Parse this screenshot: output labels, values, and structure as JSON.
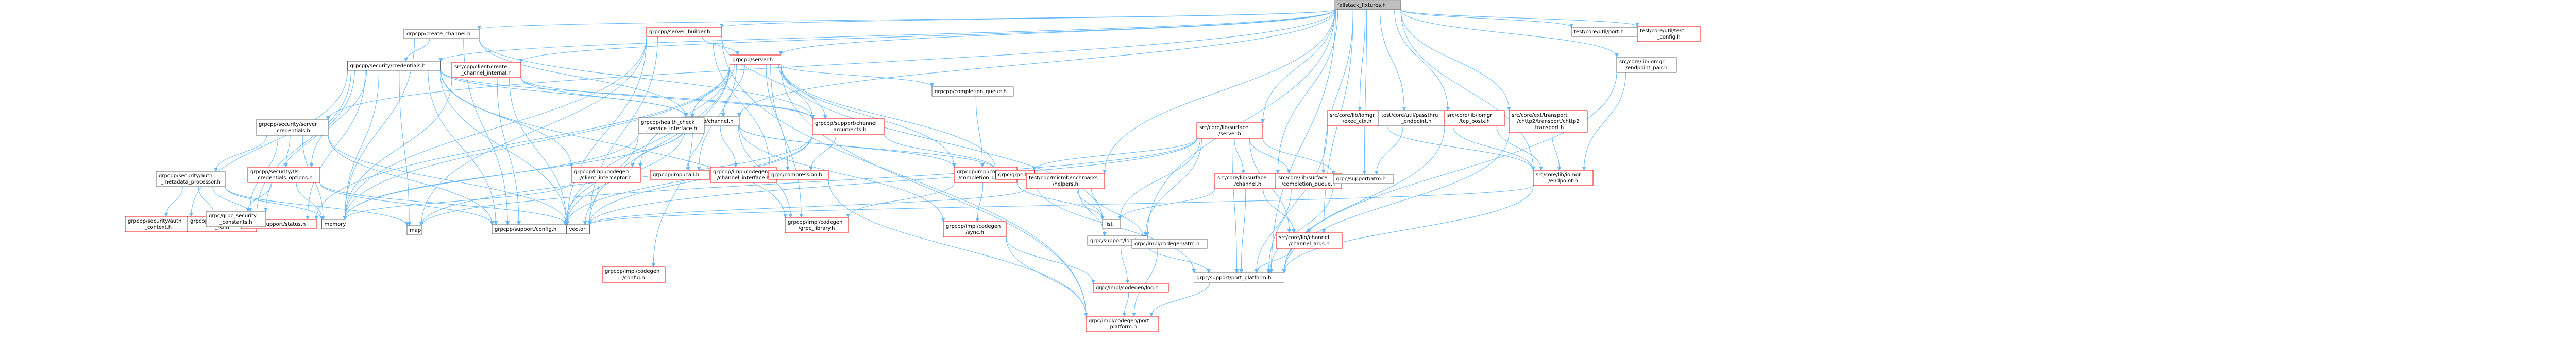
{
  "diagram": {
    "root": "n0",
    "nodes": [
      {
        "id": "n0",
        "lines": [
          "fallstack_fixtures.h"
        ],
        "style": "root"
      },
      {
        "id": "n1",
        "lines": [
          "grpcpp/create_channel.h"
        ],
        "style": "black"
      },
      {
        "id": "n2",
        "lines": [
          "grpcpp/server_builder.h"
        ],
        "style": "red"
      },
      {
        "id": "n3",
        "lines": [
          "grpcpp/security/credentials.h"
        ],
        "style": "black"
      },
      {
        "id": "n4",
        "lines": [
          "src/cpp/client/create",
          "_channel_internal.h"
        ],
        "style": "red"
      },
      {
        "id": "n5",
        "lines": [
          "grpcpp/server.h"
        ],
        "style": "red"
      },
      {
        "id": "n6",
        "lines": [
          "grpcpp/completion_queue.h"
        ],
        "style": "black"
      },
      {
        "id": "n7",
        "lines": [
          "grpcpp/channel.h"
        ],
        "style": "black"
      },
      {
        "id": "n8",
        "lines": [
          "grpcpp/health_check",
          "_service_interface.h"
        ],
        "style": "black"
      },
      {
        "id": "n9",
        "lines": [
          "grpcpp/support/channel",
          "_arguments.h"
        ],
        "style": "red"
      },
      {
        "id": "n10",
        "lines": [
          "grpcpp/security/server",
          "_credentials.h"
        ],
        "style": "black"
      },
      {
        "id": "n11",
        "lines": [
          "grpcpp/security/auth",
          "_metadata_processor.h"
        ],
        "style": "black"
      },
      {
        "id": "n12",
        "lines": [
          "grpcpp/security/tls",
          "_credentials_options.h"
        ],
        "style": "red"
      },
      {
        "id": "n13",
        "lines": [
          "grpcpp/impl/codegen",
          "/client_interceptor.h"
        ],
        "style": "red"
      },
      {
        "id": "n14",
        "lines": [
          "grpcpp/impl/call.h"
        ],
        "style": "red"
      },
      {
        "id": "n15",
        "lines": [
          "grpcpp/impl/codegen",
          "/channel_interface.h"
        ],
        "style": "red"
      },
      {
        "id": "n16",
        "lines": [
          "grpc/compression.h"
        ],
        "style": "red"
      },
      {
        "id": "n17",
        "lines": [
          "grpcpp/impl/codegen",
          "/completion_queue.h"
        ],
        "style": "red"
      },
      {
        "id": "n18",
        "lines": [
          "grpc/grpc.h"
        ],
        "style": "red"
      },
      {
        "id": "n19",
        "lines": [
          "grpcpp/security/auth",
          "_context.h"
        ],
        "style": "red"
      },
      {
        "id": "n20",
        "lines": [
          "grpcpp/support/string",
          "_ref.h"
        ],
        "style": "red"
      },
      {
        "id": "n21",
        "lines": [
          "grpcpp/support/status.h"
        ],
        "style": "red"
      },
      {
        "id": "n22",
        "lines": [
          "grpc/grpc_security",
          "_constants.h"
        ],
        "style": "black"
      },
      {
        "id": "n23",
        "lines": [
          "memory"
        ],
        "style": "black"
      },
      {
        "id": "n24",
        "lines": [
          "map"
        ],
        "style": "black"
      },
      {
        "id": "n25",
        "lines": [
          "grpcpp/support/config.h"
        ],
        "style": "black"
      },
      {
        "id": "n26",
        "lines": [
          "vector"
        ],
        "style": "black"
      },
      {
        "id": "n27",
        "lines": [
          "grpcpp/impl/codegen",
          "/config.h"
        ],
        "style": "red"
      },
      {
        "id": "n28",
        "lines": [
          "grpcpp/impl/codegen",
          "/grpc_library.h"
        ],
        "style": "red"
      },
      {
        "id": "n29",
        "lines": [
          "grpcpp/impl/codegen",
          "/sync.h"
        ],
        "style": "red"
      },
      {
        "id": "n30",
        "lines": [
          "list"
        ],
        "style": "black"
      },
      {
        "id": "n31",
        "lines": [
          "test/cpp/microbenchmarks",
          "/helpers.h"
        ],
        "style": "red"
      },
      {
        "id": "n32",
        "lines": [
          "grpc/support/log.h"
        ],
        "style": "black"
      },
      {
        "id": "n33",
        "lines": [
          "grpc/impl/codegen/atm.h"
        ],
        "style": "black"
      },
      {
        "id": "n34",
        "lines": [
          "grpc/impl/codegen/log.h"
        ],
        "style": "red"
      },
      {
        "id": "n35",
        "lines": [
          "grpc/impl/codegen/port",
          "_platform.h"
        ],
        "style": "red"
      },
      {
        "id": "n36",
        "lines": [
          "grpc/support/port_platform.h"
        ],
        "style": "black"
      },
      {
        "id": "n37",
        "lines": [
          "src/core/lib/surface",
          "/server.h"
        ],
        "style": "red"
      },
      {
        "id": "n38",
        "lines": [
          "src/core/lib/surface",
          "/channel.h"
        ],
        "style": "red"
      },
      {
        "id": "n39",
        "lines": [
          "src/core/lib/surface",
          "/completion_queue.h"
        ],
        "style": "red"
      },
      {
        "id": "n40",
        "lines": [
          "src/core/lib/channel",
          "/channel_args.h"
        ],
        "style": "red"
      },
      {
        "id": "n41",
        "lines": [
          "grpc/support/atm.h"
        ],
        "style": "black"
      },
      {
        "id": "n42",
        "lines": [
          "src/core/lib/iomgr",
          "/exec_ctx.h"
        ],
        "style": "red"
      },
      {
        "id": "n43",
        "lines": [
          "test/core/util/passthru",
          "_endpoint.h"
        ],
        "style": "black"
      },
      {
        "id": "n44",
        "lines": [
          "src/core/lib/iomgr",
          "/tcp_posix.h"
        ],
        "style": "red"
      },
      {
        "id": "n45",
        "lines": [
          "src/core/ext/transport",
          "/chttp2/transport/chttp2",
          "_transport.h"
        ],
        "style": "red"
      },
      {
        "id": "n46",
        "lines": [
          "src/core/lib/iomgr",
          "/endpoint.h"
        ],
        "style": "red"
      },
      {
        "id": "n47",
        "lines": [
          "src/core/lib/iomgr",
          "/endpoint_pair.h"
        ],
        "style": "black"
      },
      {
        "id": "n48",
        "lines": [
          "test/core/util/port.h"
        ],
        "style": "black"
      },
      {
        "id": "n49",
        "lines": [
          "test/core/util/test",
          "_config.h"
        ],
        "style": "red"
      }
    ],
    "edges": [
      [
        "n0",
        "n1"
      ],
      [
        "n0",
        "n2"
      ],
      [
        "n0",
        "n3"
      ],
      [
        "n0",
        "n4"
      ],
      [
        "n0",
        "n5"
      ],
      [
        "n0",
        "n7"
      ],
      [
        "n0",
        "n10"
      ],
      [
        "n0",
        "n31"
      ],
      [
        "n0",
        "n37"
      ],
      [
        "n0",
        "n38"
      ],
      [
        "n0",
        "n39"
      ],
      [
        "n0",
        "n40"
      ],
      [
        "n0",
        "n41"
      ],
      [
        "n0",
        "n42"
      ],
      [
        "n0",
        "n43"
      ],
      [
        "n0",
        "n44"
      ],
      [
        "n0",
        "n45"
      ],
      [
        "n0",
        "n46"
      ],
      [
        "n0",
        "n47"
      ],
      [
        "n0",
        "n48"
      ],
      [
        "n0",
        "n49"
      ],
      [
        "n0",
        "n32"
      ],
      [
        "n0",
        "n36"
      ],
      [
        "n1",
        "n3"
      ],
      [
        "n1",
        "n7"
      ],
      [
        "n1",
        "n9"
      ],
      [
        "n1",
        "n23"
      ],
      [
        "n1",
        "n25"
      ],
      [
        "n2",
        "n5"
      ],
      [
        "n2",
        "n9"
      ],
      [
        "n2",
        "n16"
      ],
      [
        "n2",
        "n23"
      ],
      [
        "n2",
        "n24"
      ],
      [
        "n2",
        "n25"
      ],
      [
        "n2",
        "n26"
      ],
      [
        "n2",
        "n35"
      ],
      [
        "n3",
        "n7"
      ],
      [
        "n3",
        "n9"
      ],
      [
        "n3",
        "n12"
      ],
      [
        "n3",
        "n13"
      ],
      [
        "n3",
        "n19"
      ],
      [
        "n3",
        "n21"
      ],
      [
        "n3",
        "n20"
      ],
      [
        "n3",
        "n22"
      ],
      [
        "n3",
        "n23"
      ],
      [
        "n3",
        "n24"
      ],
      [
        "n3",
        "n25"
      ],
      [
        "n3",
        "n26"
      ],
      [
        "n3",
        "n28"
      ],
      [
        "n4",
        "n7"
      ],
      [
        "n4",
        "n9"
      ],
      [
        "n4",
        "n23"
      ],
      [
        "n4",
        "n25"
      ],
      [
        "n4",
        "n26"
      ],
      [
        "n5",
        "n6"
      ],
      [
        "n5",
        "n7"
      ],
      [
        "n5",
        "n8"
      ],
      [
        "n5",
        "n9"
      ],
      [
        "n5",
        "n13"
      ],
      [
        "n5",
        "n14"
      ],
      [
        "n5",
        "n16"
      ],
      [
        "n5",
        "n17"
      ],
      [
        "n5",
        "n18"
      ],
      [
        "n5",
        "n21"
      ],
      [
        "n5",
        "n23"
      ],
      [
        "n5",
        "n25"
      ],
      [
        "n5",
        "n26"
      ],
      [
        "n5",
        "n30"
      ],
      [
        "n5",
        "n35"
      ],
      [
        "n5",
        "n28"
      ],
      [
        "n6",
        "n17"
      ],
      [
        "n7",
        "n13"
      ],
      [
        "n7",
        "n14"
      ],
      [
        "n7",
        "n15"
      ],
      [
        "n7",
        "n17"
      ],
      [
        "n7",
        "n18"
      ],
      [
        "n7",
        "n23"
      ],
      [
        "n7",
        "n25"
      ],
      [
        "n7",
        "n27"
      ],
      [
        "n7",
        "n28"
      ],
      [
        "n7",
        "n29"
      ],
      [
        "n8",
        "n25"
      ],
      [
        "n8",
        "n23"
      ],
      [
        "n9",
        "n16"
      ],
      [
        "n9",
        "n18"
      ],
      [
        "n9",
        "n25"
      ],
      [
        "n9",
        "n26"
      ],
      [
        "n9",
        "n24"
      ],
      [
        "n10",
        "n11"
      ],
      [
        "n10",
        "n12"
      ],
      [
        "n10",
        "n22"
      ],
      [
        "n10",
        "n23"
      ],
      [
        "n10",
        "n25"
      ],
      [
        "n10",
        "n26"
      ],
      [
        "n11",
        "n19"
      ],
      [
        "n11",
        "n20"
      ],
      [
        "n11",
        "n21"
      ],
      [
        "n11",
        "n23"
      ],
      [
        "n11",
        "n24"
      ],
      [
        "n12",
        "n22"
      ],
      [
        "n12",
        "n23"
      ],
      [
        "n12",
        "n25"
      ],
      [
        "n12",
        "n26"
      ],
      [
        "n13",
        "n23"
      ],
      [
        "n13",
        "n26"
      ],
      [
        "n16",
        "n35"
      ],
      [
        "n17",
        "n29"
      ],
      [
        "n17",
        "n30"
      ],
      [
        "n17",
        "n28"
      ],
      [
        "n18",
        "n36"
      ],
      [
        "n29",
        "n34"
      ],
      [
        "n29",
        "n35"
      ],
      [
        "n31",
        "n32"
      ],
      [
        "n31",
        "n33"
      ],
      [
        "n31",
        "n30"
      ],
      [
        "n31",
        "n26"
      ],
      [
        "n32",
        "n34"
      ],
      [
        "n32",
        "n36"
      ],
      [
        "n33",
        "n35"
      ],
      [
        "n34",
        "n35"
      ],
      [
        "n36",
        "n35"
      ],
      [
        "n37",
        "n18"
      ],
      [
        "n37",
        "n38"
      ],
      [
        "n37",
        "n39"
      ],
      [
        "n37",
        "n40"
      ],
      [
        "n37",
        "n41"
      ],
      [
        "n37",
        "n32"
      ],
      [
        "n37",
        "n36"
      ],
      [
        "n37",
        "n30"
      ],
      [
        "n37",
        "n26"
      ],
      [
        "n37",
        "n24"
      ],
      [
        "n38",
        "n40"
      ],
      [
        "n38",
        "n36"
      ],
      [
        "n38",
        "n30"
      ],
      [
        "n39",
        "n36"
      ],
      [
        "n39",
        "n40"
      ],
      [
        "n40",
        "n36"
      ],
      [
        "n41",
        "n36"
      ],
      [
        "n42",
        "n46"
      ],
      [
        "n42",
        "n36"
      ],
      [
        "n43",
        "n46"
      ],
      [
        "n43",
        "n41"
      ],
      [
        "n44",
        "n46"
      ],
      [
        "n44",
        "n36"
      ],
      [
        "n45",
        "n46"
      ],
      [
        "n45",
        "n36"
      ],
      [
        "n46",
        "n36"
      ],
      [
        "n46",
        "n26"
      ],
      [
        "n47",
        "n46"
      ],
      [
        "n47",
        "n36"
      ]
    ]
  }
}
